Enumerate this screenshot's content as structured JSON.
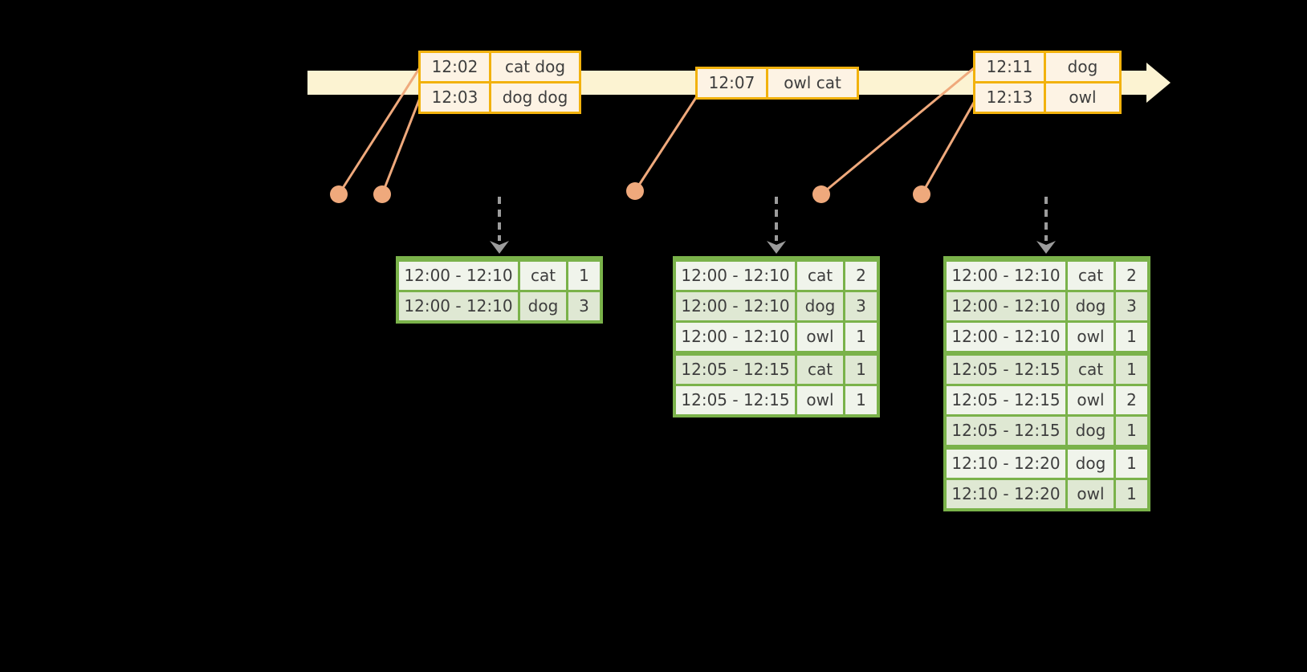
{
  "colors": {
    "background": "#000000",
    "timeline_band": "#fcf3d2",
    "event_table_border": "#f2b20d",
    "event_row_dark": "#fae3c8",
    "event_row_light": "#fdf3e4",
    "connector_salmon": "#efa97c",
    "result_table_border": "#7ab24a",
    "result_row_dark": "#dfe8d3",
    "result_row_light": "#f0f4eb",
    "trigger_arrow_gray": "#9c9c9c",
    "text": "#3e3e3e"
  },
  "event_tables": [
    {
      "rows": [
        {
          "time": "12:02",
          "words": "cat dog"
        },
        {
          "time": "12:03",
          "words": "dog dog"
        }
      ]
    },
    {
      "rows": [
        {
          "time": "12:07",
          "words": "owl cat"
        }
      ]
    },
    {
      "rows": [
        {
          "time": "12:11",
          "words": "dog"
        },
        {
          "time": "12:13",
          "words": "owl"
        }
      ]
    }
  ],
  "result_tables": [
    {
      "rows": [
        {
          "window": "12:00 - 12:10",
          "word": "cat",
          "count": "1"
        },
        {
          "window": "12:00 - 12:10",
          "word": "dog",
          "count": "3"
        }
      ]
    },
    {
      "rows": [
        {
          "window": "12:00 - 12:10",
          "word": "cat",
          "count": "2"
        },
        {
          "window": "12:00 - 12:10",
          "word": "dog",
          "count": "3"
        },
        {
          "window": "12:00 - 12:10",
          "word": "owl",
          "count": "1"
        },
        {
          "window": "12:05 - 12:15",
          "word": "cat",
          "count": "1"
        },
        {
          "window": "12:05 - 12:15",
          "word": "owl",
          "count": "1"
        }
      ]
    },
    {
      "rows": [
        {
          "window": "12:00 - 12:10",
          "word": "cat",
          "count": "2"
        },
        {
          "window": "12:00 - 12:10",
          "word": "dog",
          "count": "3"
        },
        {
          "window": "12:00 - 12:10",
          "word": "owl",
          "count": "1"
        },
        {
          "window": "12:05 - 12:15",
          "word": "cat",
          "count": "1"
        },
        {
          "window": "12:05 - 12:15",
          "word": "owl",
          "count": "2"
        },
        {
          "window": "12:05 - 12:15",
          "word": "dog",
          "count": "1"
        },
        {
          "window": "12:10 - 12:20",
          "word": "dog",
          "count": "1"
        },
        {
          "window": "12:10 - 12:20",
          "word": "owl",
          "count": "1"
        }
      ]
    }
  ]
}
